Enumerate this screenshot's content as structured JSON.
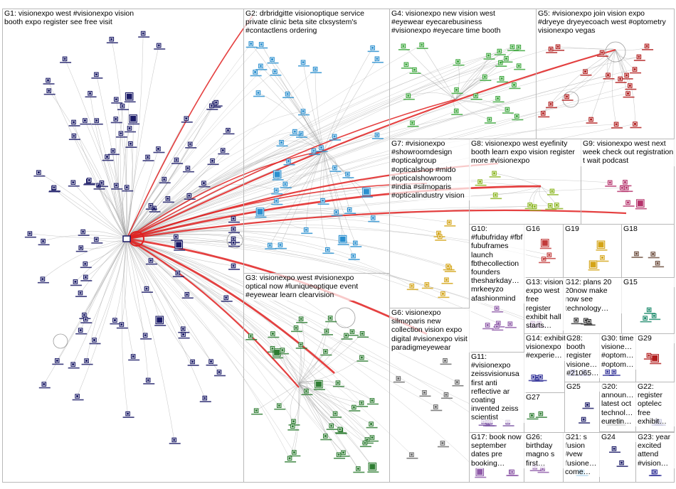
{
  "groups": [
    {
      "id": "G1",
      "label": "G1: visionexpo west #visionexpo vision booth expo register see free visit",
      "color": "#1a1a66",
      "count": 95
    },
    {
      "id": "G2",
      "label": "G2: drbridgitte visionoptique service private clinic beta site clxsystem's #contactlens ordering",
      "color": "#2a8fcf",
      "count": 40
    },
    {
      "id": "G3",
      "label": "G3: visionexpo west #visionexpo optical now #luniqueoptique event #eyewear learn clearvision",
      "color": "#2e7d32",
      "count": 40
    },
    {
      "id": "G4",
      "label": "G4: visionexpo new vision west #eyewear eyecarebusiness #visionexpo #eyecare time booth",
      "color": "#3aa63a",
      "count": 24
    },
    {
      "id": "G5",
      "label": "G5: #visionexpo join vision expo #dryeye dryeyecoach west #optometry visionexpo vegas",
      "color": "#b01b1b",
      "count": 18
    },
    {
      "id": "G6",
      "label": "G6: visionexpo silmoparis new collection vision expo digital #visionexpo visit paradigmeyewear",
      "color": "#6a6a6a",
      "count": 8
    },
    {
      "id": "G7",
      "label": "G7: #visionexpo #showroomdesign #opticalgroup #opticalshop #mido #opticalshowroom #india #silmoparis #opticalindustry vision",
      "color": "#d4a417",
      "count": 9
    },
    {
      "id": "G8",
      "label": "G8: visionexpo west eyefinity booth learn expo vision register more #visionexpo",
      "color": "#8ab520",
      "count": 8
    },
    {
      "id": "G9",
      "label": "G9: visionexpo west next week check out registration t wait podcast",
      "color": "#b5326b",
      "count": 6
    },
    {
      "id": "G10",
      "label": "G10: #fubufriday #fbf fubuframes launch fbthecollection founders thesharkday… mrkeeyzo afashionmind",
      "color": "#8e5aa8",
      "count": 5
    },
    {
      "id": "G11",
      "label": "G11: #visionexpo zeissvisionusa first anti reflective ar coating invented zeiss scientist",
      "color": "#7a52a3",
      "count": 4
    },
    {
      "id": "G12",
      "label": "G12: plans 20 20now make now see technology…",
      "color": "#333333",
      "count": 3
    },
    {
      "id": "G13",
      "label": "G13: vision expo west free register exhibit hall starts…",
      "color": "#6e2b8a",
      "count": 3
    },
    {
      "id": "G14",
      "label": "G14: exhibit visionexpo #experie…",
      "color": "#333399",
      "count": 3
    },
    {
      "id": "G15",
      "label": "G15",
      "color": "#1b8a6b",
      "count": 3
    },
    {
      "id": "G16",
      "label": "G16",
      "color": "#c23b3b",
      "count": 3
    },
    {
      "id": "G17",
      "label": "G17: book now september dates pre booking…",
      "color": "#8e5aa8",
      "count": 3
    },
    {
      "id": "G18",
      "label": "G18",
      "color": "#6a4a3a",
      "count": 3
    },
    {
      "id": "G19",
      "label": "G19",
      "color": "#d4a417",
      "count": 3
    },
    {
      "id": "G20",
      "label": "G20: announ… latest oct technol… euretin…",
      "color": "#555555",
      "count": 2
    },
    {
      "id": "G21",
      "label": "G21: s fusion #vew fusione… come…",
      "color": "#2a8fcf",
      "count": 2
    },
    {
      "id": "G22",
      "label": "G22: register optelec free exhibit…",
      "color": "#3a3a8a",
      "count": 2
    },
    {
      "id": "G23",
      "label": "G23: year excited attend #vision…",
      "color": "#333399",
      "count": 2
    },
    {
      "id": "G24",
      "label": "G24",
      "color": "#1a1a66",
      "count": 2
    },
    {
      "id": "G25",
      "label": "G25",
      "color": "#1a1a66",
      "count": 2
    },
    {
      "id": "G26",
      "label": "G26: birthday magno s first…",
      "color": "#8e5aa8",
      "count": 2
    },
    {
      "id": "G27",
      "label": "G27",
      "color": "#2e7d32",
      "count": 2
    },
    {
      "id": "G28",
      "label": "G28: booth register visione… #21065…",
      "color": "#333399",
      "count": 2
    },
    {
      "id": "G29",
      "label": "G29",
      "color": "#b01b1b",
      "count": 2
    },
    {
      "id": "G30",
      "label": "G30: time visione… #optom… #optom…",
      "color": "#333399",
      "count": 2
    }
  ],
  "colors": {
    "edge": "#9a9a9a",
    "strong_edge": "#e02020",
    "box_border": "#b9b9b9",
    "label_text": "#000000"
  }
}
